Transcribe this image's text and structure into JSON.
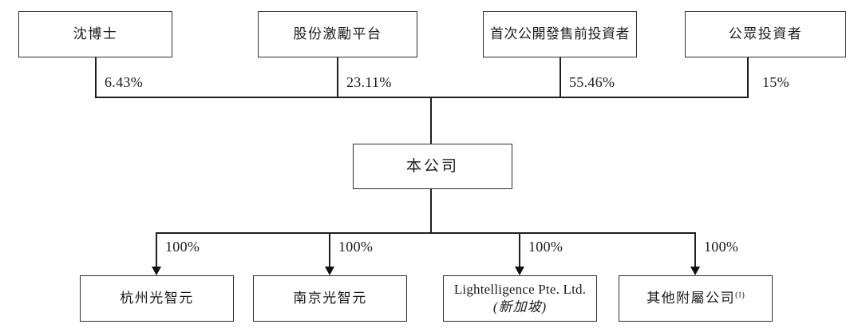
{
  "diagram": {
    "title": "shareholding-structure",
    "top_nodes": [
      {
        "label": "沈博士",
        "percent": "6.43%"
      },
      {
        "label": "股份激勵平台",
        "percent": "23.11%"
      },
      {
        "label": "首次公開發售前投資者",
        "percent": "55.46%"
      },
      {
        "label": "公眾投資者",
        "percent": "15%"
      }
    ],
    "company": {
      "label": "本公司"
    },
    "subsidiaries": [
      {
        "label": "杭州光智元",
        "percent": "100%"
      },
      {
        "label": "南京光智元",
        "percent": "100%"
      },
      {
        "label": "Lightelligence Pte. Ltd.",
        "label_line2": "(新加坡)",
        "percent": "100%"
      },
      {
        "label": "其他附屬公司",
        "superscript": "(1)",
        "percent": "100%"
      }
    ],
    "colors": {
      "line": "#1f1f1f",
      "box_border": "#2f2f2f",
      "background": "#ffffff",
      "text": "#1c1c1c"
    }
  }
}
